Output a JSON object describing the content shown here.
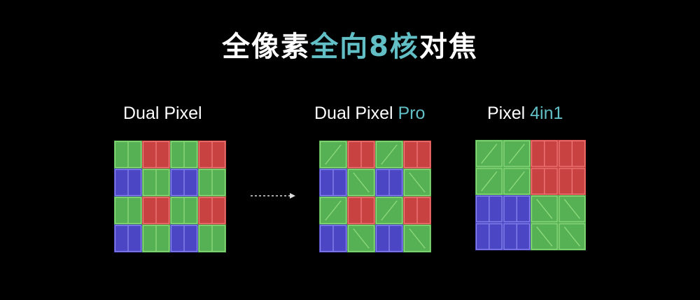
{
  "title": {
    "main": "全像素",
    "accent": "全向8核",
    "tail": "对焦"
  },
  "panels": [
    {
      "label": "Dual Pixel",
      "label_accent": ""
    },
    {
      "label": "Dual Pixel ",
      "label_accent": "Pro"
    },
    {
      "label": "Pixel ",
      "label_accent": "4in1"
    }
  ],
  "colors": {
    "accent": "#63bfc6",
    "green_fill": "#55b153",
    "red_fill": "#c94242",
    "blue_fill": "#4b46c4",
    "green_line": "#8fdc7d",
    "red_line": "#f07a78",
    "blue_line": "#8a88f0"
  },
  "diagram": {
    "dual_pixel": [
      [
        "G",
        "R",
        "G",
        "R"
      ],
      [
        "B",
        "G",
        "B",
        "G"
      ],
      [
        "G",
        "R",
        "G",
        "R"
      ],
      [
        "B",
        "G",
        "B",
        "G"
      ]
    ],
    "dual_pixel_pro": [
      [
        "G/",
        "R",
        "G/",
        "R"
      ],
      [
        "B",
        "G\\",
        "B",
        "G\\"
      ],
      [
        "G/",
        "R",
        "G/",
        "R"
      ],
      [
        "B",
        "G\\",
        "B",
        "G\\"
      ]
    ],
    "pixel_4in1_blocks": [
      [
        "G/",
        "R"
      ],
      [
        "B",
        "G\\"
      ]
    ],
    "arrow_icon": "dotted-right-arrow"
  }
}
